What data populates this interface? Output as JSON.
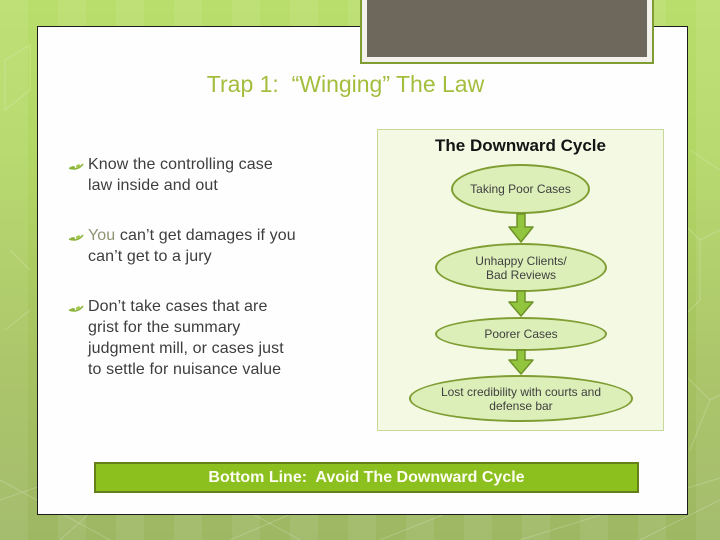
{
  "slide": {
    "title": "Trap 1:  “Winging” The Law",
    "bullets": [
      {
        "lines": [
          {
            "lead": "",
            "text": "Know the controlling case"
          },
          {
            "lead": "",
            "text": "law inside and out"
          }
        ]
      },
      {
        "lines": [
          {
            "lead": "You ",
            "text": "can’t get damages if you"
          },
          {
            "lead": "",
            "text": "can’t get to a jury"
          }
        ]
      },
      {
        "lines": [
          {
            "lead": "",
            "text": "Don’t take cases that are"
          },
          {
            "lead": "",
            "text": "grist for the summary"
          },
          {
            "lead": "",
            "text": "judgment mill, or cases just"
          },
          {
            "lead": "",
            "text": "to settle for nuisance value"
          }
        ]
      }
    ]
  },
  "diagram": {
    "title": "The Downward Cycle",
    "nodes": [
      {
        "lines": [
          "Taking Poor Cases"
        ]
      },
      {
        "lines": [
          "Unhappy Clients/",
          "Bad Reviews"
        ]
      },
      {
        "lines": [
          "Poorer Cases"
        ]
      },
      {
        "lines": [
          "Lost credibility with courts and",
          "defense bar"
        ]
      }
    ]
  },
  "banner": {
    "text": "Bottom Line:  Avoid The Downward Cycle"
  },
  "icons": {
    "bullet": "leaf-vine-bullet",
    "arrow": "down-block-arrow"
  },
  "colors": {
    "background_green": "#aecb63",
    "panel_background": "#fefefe",
    "title_green": "#a3bd3d",
    "diagram_background": "#f3f9e3",
    "ellipse_fill": "#dcefb9",
    "ellipse_border": "#7f9d33",
    "arrow_green": "#92c53e",
    "banner_fill": "#8cc01e",
    "banner_border": "#65801a",
    "banner_text": "#fdfdf2",
    "photo_placeholder_fill": "#6e675c",
    "body_text": "#3d3d3d",
    "muted_lead_text": "#8e9472"
  }
}
